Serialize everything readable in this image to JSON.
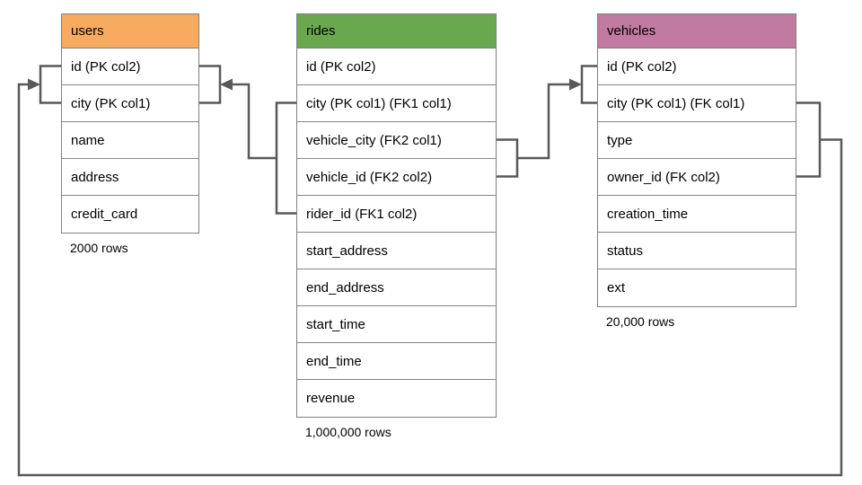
{
  "tables": {
    "users": {
      "title": "users",
      "header_color": "#F6AB61",
      "rows": [
        "id (PK col2)",
        "city (PK col1)",
        "name",
        "address",
        "credit_card"
      ],
      "row_count": "2000 rows"
    },
    "rides": {
      "title": "rides",
      "header_color": "#6AA84F",
      "rows": [
        "id (PK col2)",
        "city (PK col1) (FK1 col1)",
        "vehicle_city (FK2 col1)",
        "vehicle_id (FK2 col2)",
        "rider_id (FK1 col2)",
        "start_address",
        "end_address",
        "start_time",
        "end_time",
        "revenue"
      ],
      "row_count": "1,000,000 rows"
    },
    "vehicles": {
      "title": "vehicles",
      "header_color": "#C27BA0",
      "rows": [
        "id (PK col2)",
        "city (PK col1) (FK col1)",
        "type",
        "owner_id (FK col2)",
        "creation_time",
        "status",
        "ext"
      ],
      "row_count": "20,000 rows"
    }
  },
  "relationships": [
    {
      "from": "rides (city FK1 col1, rider_id FK1 col2)",
      "to": "users (city, id)"
    },
    {
      "from": "rides (vehicle_city FK2 col1, vehicle_id FK2 col2)",
      "to": "vehicles (city, id)"
    },
    {
      "from": "vehicles (city FK col1, owner_id FK col2)",
      "to": "users (city, id)"
    }
  ],
  "line_color": "#595959"
}
